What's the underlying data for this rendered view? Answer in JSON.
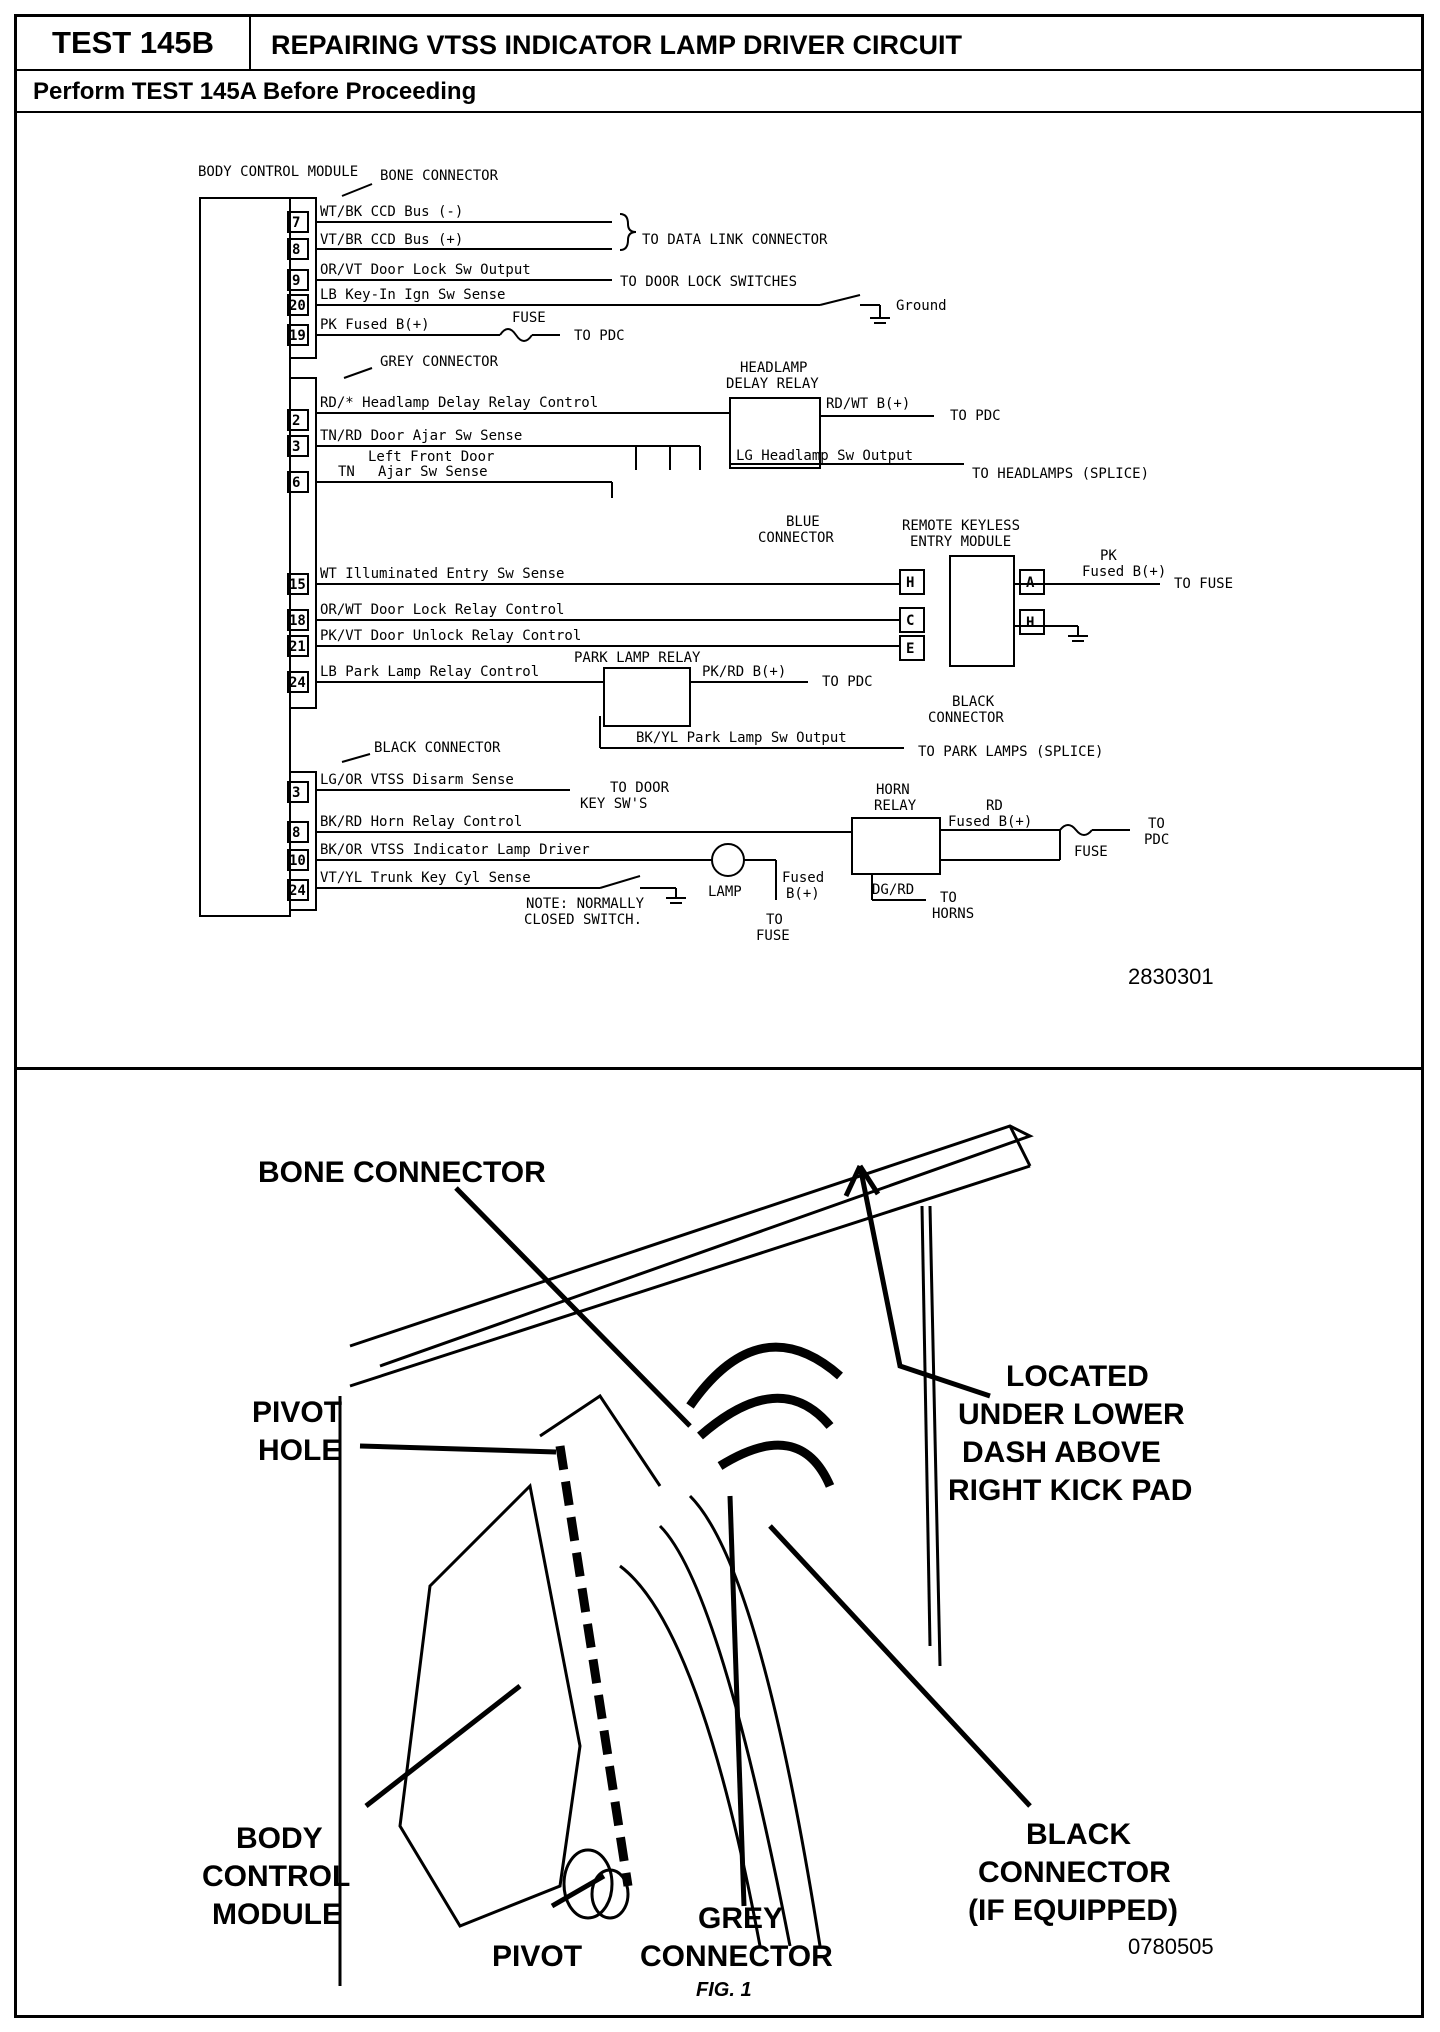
{
  "header": {
    "test_label": "TEST 145B",
    "title": "REPAIRING VTSS INDICATOR LAMP DRIVER CIRCUIT",
    "subtitle": "Perform TEST 145A Before Proceeding"
  },
  "wiring": {
    "module_label": "BODY CONTROL MODULE",
    "bone": {
      "label": "BONE CONNECTOR",
      "wires": [
        {
          "pin": "7",
          "label": "WT/BK CCD Bus (-)"
        },
        {
          "pin": "8",
          "label": "VT/BR CCD Bus (+)"
        },
        {
          "pin": "9",
          "label": "OR/VT Door Lock Sw Output"
        },
        {
          "pin": "20",
          "label": "LB Key-In Ign Sw Sense"
        },
        {
          "pin": "19",
          "label": "PK Fused B(+)"
        }
      ],
      "to_data_link": "TO DATA LINK CONNECTOR",
      "to_door_lock_switches": "TO DOOR LOCK SWITCHES",
      "ground": "Ground",
      "fuse": "FUSE",
      "to_pdc": "TO PDC"
    },
    "grey": {
      "label": "GREY CONNECTOR",
      "wires": [
        {
          "pin": "2",
          "label": "RD/* Headlamp Delay Relay Control"
        },
        {
          "pin": "3",
          "label": "TN/RD Door Ajar Sw Sense"
        },
        {
          "pin": "6",
          "label": "TN"
        }
      ],
      "left_front_door_1": "Left Front Door",
      "left_front_door_2": "Ajar Sw Sense",
      "headlamp_relay_1": "HEADLAMP",
      "headlamp_relay_2": "DELAY RELAY",
      "relay_out": "RD/WT B(+)",
      "to_pdc": "TO PDC",
      "lg_output": "LG Headlamp Sw Output",
      "to_headlamps": "TO HEADLAMPS (SPLICE)",
      "wires2": [
        {
          "pin": "15",
          "label": "WT Illuminated Entry Sw Sense"
        },
        {
          "pin": "18",
          "label": "OR/WT Door Lock Relay Control"
        },
        {
          "pin": "21",
          "label": "PK/VT Door Unlock Relay Control"
        },
        {
          "pin": "24",
          "label": "LB Park Lamp Relay Control"
        }
      ],
      "blue_connector_1": "BLUE",
      "blue_connector_2": "CONNECTOR",
      "rke_1": "REMOTE KEYLESS",
      "rke_2": "ENTRY MODULE",
      "rke_pins_left": [
        "H",
        "C",
        "E"
      ],
      "rke_pins_right": [
        "A",
        "H"
      ],
      "pk": "PK",
      "fused": "Fused B(+)",
      "to_fuse": "TO FUSE",
      "black_connector_1": "BLACK",
      "black_connector_2": "CONNECTOR",
      "park_relay": "PARK LAMP RELAY",
      "park_out": "PK/RD B(+)",
      "park_to_pdc": "TO PDC",
      "park_sw_output": "BK/YL Park Lamp Sw Output",
      "to_park_lamps": "TO PARK LAMPS (SPLICE)"
    },
    "black": {
      "label": "BLACK CONNECTOR",
      "wires": [
        {
          "pin": "3",
          "label": "LG/OR VTSS Disarm Sense"
        },
        {
          "pin": "8",
          "label": "BK/RD Horn Relay Control"
        },
        {
          "pin": "10",
          "label": "BK/OR VTSS Indicator Lamp Driver"
        },
        {
          "pin": "24",
          "label": "VT/YL Trunk Key Cyl Sense"
        }
      ],
      "to_door_1": "TO DOOR",
      "to_door_2": "KEY SW'S",
      "horn_1": "HORN",
      "horn_2": "RELAY",
      "rd": "RD",
      "fused": "Fused B(+)",
      "fuse": "FUSE",
      "to": "TO",
      "pdc": "PDC",
      "dgrd": "DG/RD",
      "to_horns_1": "TO",
      "to_horns_2": "HORNS",
      "lamp": "LAMP",
      "lamp_fused_1": "Fused",
      "lamp_fused_2": "B(+)",
      "lamp_to_1": "TO",
      "lamp_to_2": "FUSE",
      "note_1": "NOTE: NORMALLY",
      "note_2": "CLOSED SWITCH."
    },
    "ref": "2830301"
  },
  "figure": {
    "bone_connector": "BONE CONNECTOR",
    "pivot_hole_1": "PIVOT",
    "pivot_hole_2": "HOLE",
    "located_1": "LOCATED",
    "located_2": "UNDER LOWER",
    "located_3": "DASH ABOVE",
    "located_4": "RIGHT KICK PAD",
    "body_1": "BODY",
    "body_2": "CONTROL",
    "body_3": "MODULE",
    "pivot": "PIVOT",
    "grey_1": "GREY",
    "grey_2": "CONNECTOR",
    "black_1": "BLACK",
    "black_2": "CONNECTOR",
    "black_3": "(IF EQUIPPED)",
    "ref": "0780505",
    "caption": "FIG. 1"
  }
}
